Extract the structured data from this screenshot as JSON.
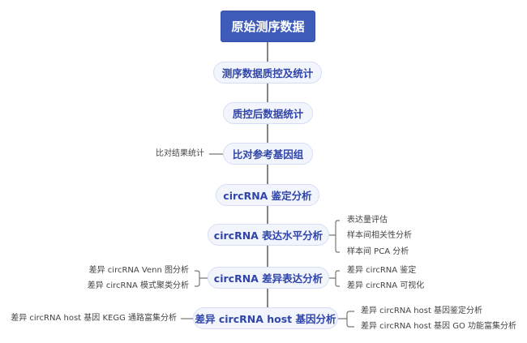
{
  "root": "原始测序数据",
  "steps": [
    {
      "label": "测序数据质控及统计"
    },
    {
      "label": "质控后数据统计"
    },
    {
      "label": "比对参考基因组",
      "left": [
        "比对结果统计"
      ]
    },
    {
      "label": "circRNA 鉴定分析"
    },
    {
      "label": "circRNA 表达水平分析",
      "right": [
        "表达量评估",
        "样本间相关性分析",
        "样本间 PCA 分析"
      ]
    },
    {
      "label": "circRNA 差异表达分析",
      "left": [
        "差异 circRNA Venn 图分析",
        "差异 circRNA 模式聚类分析"
      ],
      "right": [
        "差异 circRNA 鉴定",
        "差异 circRNA 可视化"
      ]
    },
    {
      "label": "差异 circRNA host 基因分析",
      "left": [
        "差异 circRNA host 基因 KEGG 通路富集分析"
      ],
      "right": [
        "差异 circRNA host 基因鉴定分析",
        "差异 circRNA host 基因 GO 功能富集分析"
      ]
    }
  ]
}
